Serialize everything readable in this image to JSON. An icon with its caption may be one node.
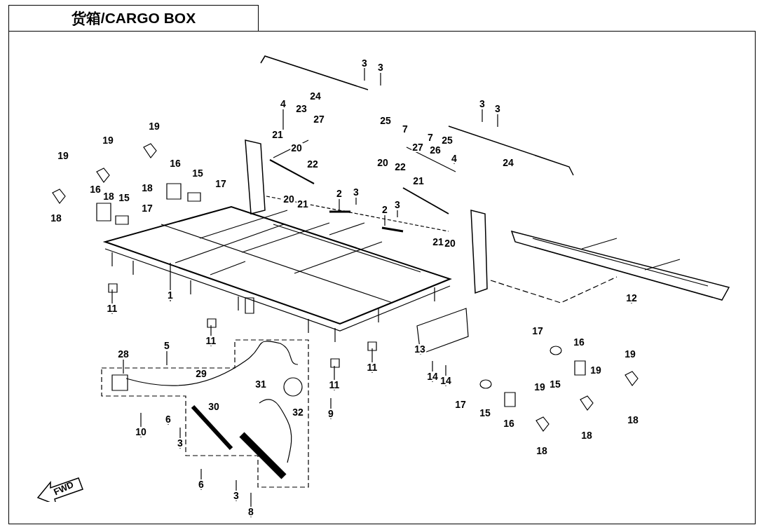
{
  "diagram": {
    "title": "货箱/CARGO BOX",
    "nodes": [
      {
        "text": [
          "FWD"
        ]
      }
    ],
    "edges": [],
    "labels": [
      "3",
      "3",
      "24",
      "4",
      "23",
      "27",
      "25",
      "7",
      "3",
      "3",
      "21",
      "7",
      "25",
      "20",
      "22",
      "27",
      "26",
      "4",
      "24",
      "20",
      "22",
      "21",
      "19",
      "19",
      "19",
      "16",
      "15",
      "17",
      "18",
      "16",
      "18",
      "15",
      "17",
      "18",
      "2",
      "3",
      "20",
      "21",
      "2",
      "3",
      "21",
      "20",
      "1",
      "11",
      "12",
      "11",
      "5",
      "28",
      "13",
      "17",
      "16",
      "29",
      "11",
      "19",
      "14",
      "14",
      "11",
      "31",
      "15",
      "19",
      "30",
      "17",
      "15",
      "19",
      "32",
      "9",
      "6",
      "10",
      "16",
      "18",
      "3",
      "18",
      "18",
      "6",
      "3",
      "8"
    ]
  }
}
